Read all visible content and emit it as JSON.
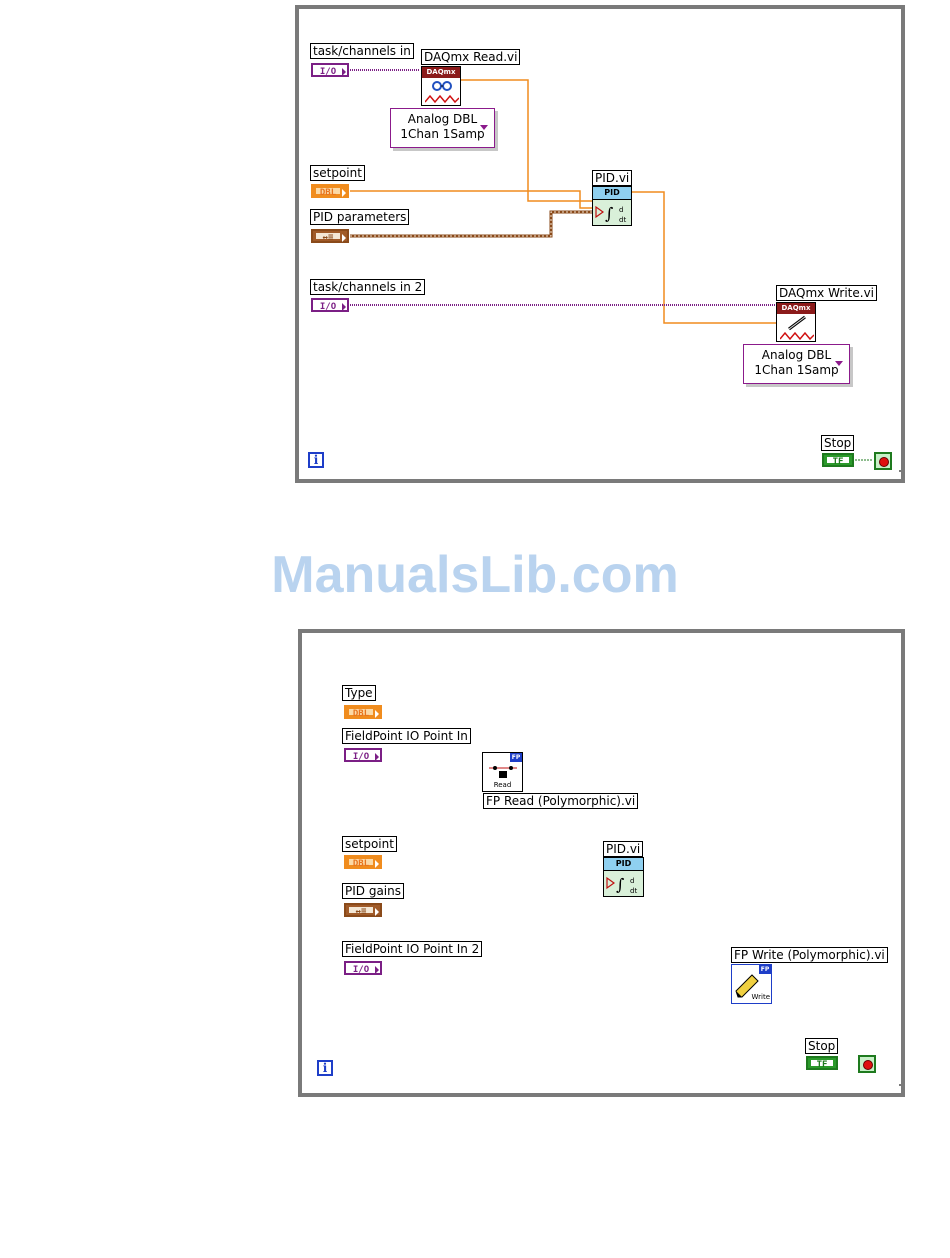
{
  "diagram1": {
    "task_in_label": "task/channels in",
    "task_in_type": "I/O",
    "read_vi_label": "DAQmx Read.vi",
    "read_vi_banner": "DAQmx",
    "read_ring_line1": "Analog DBL",
    "read_ring_line2": "1Chan 1Samp",
    "setpoint_label": "setpoint",
    "setpoint_type": "DBL",
    "pid_params_label": "PID parameters",
    "pid_params_type": "↔≡",
    "pid_vi_label": "PID.vi",
    "pid_vi_banner": "PID",
    "task_in2_label": "task/channels in 2",
    "task_in2_type": "I/O",
    "write_vi_label": "DAQmx Write.vi",
    "write_vi_banner": "DAQmx",
    "write_ring_line1": "Analog DBL",
    "write_ring_line2": "1Chan 1Samp",
    "stop_label": "Stop",
    "stop_type": "TF",
    "iter_glyph": "i"
  },
  "watermark": "ManualsLib.com",
  "diagram2": {
    "type_label": "Type",
    "type_type": "DBL",
    "fp_in_label": "FieldPoint IO Point In",
    "fp_in_type": "I/O",
    "fp_read_label": "FP Read (Polymorphic).vi",
    "fp_read_icon_text": "Read",
    "fp_read_badge": "FP",
    "setpoint_label": "setpoint",
    "setpoint_type": "DBL",
    "pid_gains_label": "PID gains",
    "pid_gains_type": "↔≡",
    "pid_vi_label": "PID.vi",
    "pid_vi_banner": "PID",
    "fp_in2_label": "FieldPoint IO Point In 2",
    "fp_in2_type": "I/O",
    "fp_write_label": "FP Write (Polymorphic).vi",
    "fp_write_icon_text": "Write",
    "fp_write_badge": "FP",
    "stop_label": "Stop",
    "stop_type": "TF",
    "iter_glyph": "i"
  },
  "colors": {
    "io_wire": "#7b1f85",
    "dbl_wire": "#f08c1e",
    "cluster_wire": "#8a4a1a",
    "bool_wire": "#1e7a1e",
    "loop_border": "#7a7a7a"
  }
}
